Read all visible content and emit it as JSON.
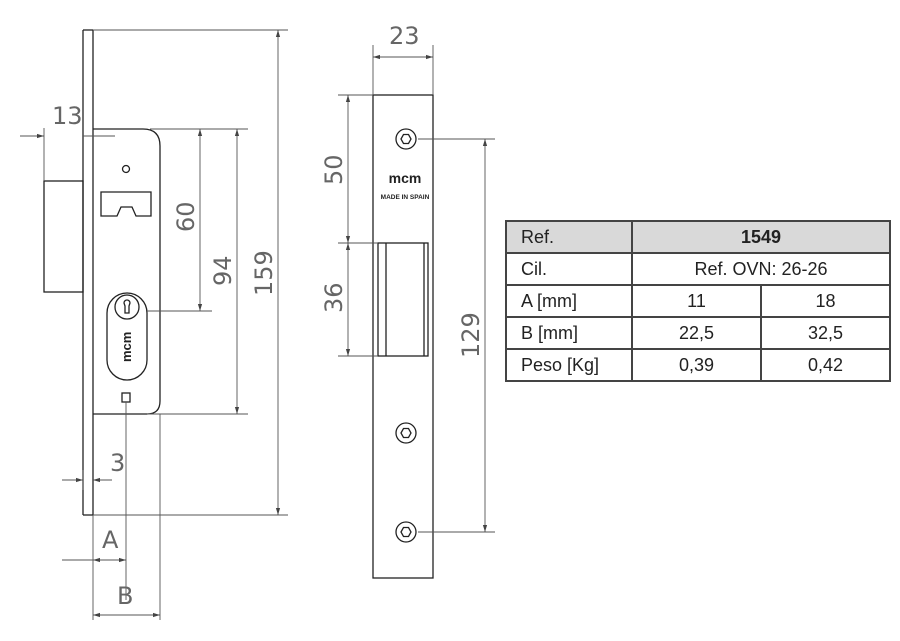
{
  "drawing": {
    "left_view": {
      "dimensions": {
        "backset_offset": "13",
        "d60": "60",
        "d94": "94",
        "d159": "159",
        "d3": "3",
        "a": "A",
        "b": "B"
      },
      "cylinder_logo": "mcm"
    },
    "front_view": {
      "dimensions": {
        "width": "23",
        "d50": "50",
        "d36": "36",
        "d129": "129"
      },
      "brand": "mcm",
      "made_in": "MADE IN SPAIN"
    }
  },
  "spec_table": {
    "header": {
      "label": "Ref.",
      "value": "1549"
    },
    "rows": [
      {
        "label": "Cil.",
        "value": "Ref. OVN: 26-26"
      },
      {
        "label": "A [mm]",
        "v1": "11",
        "v2": "18"
      },
      {
        "label": "B [mm]",
        "v1": "22,5",
        "v2": "32,5"
      },
      {
        "label": "Peso [Kg]",
        "v1": "0,39",
        "v2": "0,42"
      }
    ]
  }
}
